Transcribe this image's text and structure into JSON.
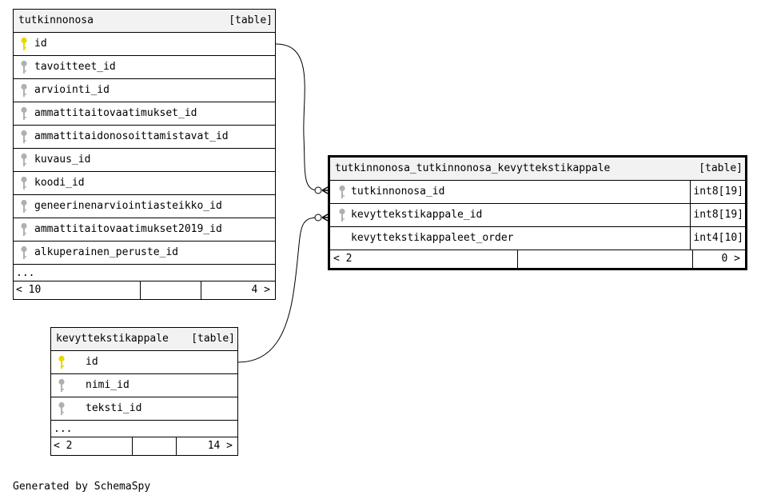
{
  "tables": {
    "tutkinnonosa": {
      "name": "tutkinnonosa",
      "kind": "[table]",
      "columns": [
        {
          "name": "id",
          "key": "primary"
        },
        {
          "name": "tavoitteet_id",
          "key": "foreign"
        },
        {
          "name": "arviointi_id",
          "key": "foreign"
        },
        {
          "name": "ammattitaitovaatimukset_id",
          "key": "foreign"
        },
        {
          "name": "ammattitaidonosoittamistavat_id",
          "key": "foreign"
        },
        {
          "name": "kuvaus_id",
          "key": "foreign"
        },
        {
          "name": "koodi_id",
          "key": "foreign"
        },
        {
          "name": "geneerinenarviointiasteikko_id",
          "key": "foreign"
        },
        {
          "name": "ammattitaitovaatimukset2019_id",
          "key": "foreign"
        },
        {
          "name": "alkuperainen_peruste_id",
          "key": "foreign"
        }
      ],
      "more": "...",
      "parents_label": "< 10",
      "children_label": "4 >"
    },
    "junction": {
      "name": "tutkinnonosa_tutkinnonosa_kevyttekstikappale",
      "kind": "[table]",
      "columns": [
        {
          "name": "tutkinnonosa_id",
          "key": "foreign",
          "type": "int8[19]"
        },
        {
          "name": "kevyttekstikappale_id",
          "key": "foreign",
          "type": "int8[19]"
        },
        {
          "name": "kevyttekstikappaleet_order",
          "key": "none",
          "type": "int4[10]"
        }
      ],
      "parents_label": "< 2",
      "children_label": "0 >"
    },
    "kevyttekstikappale": {
      "name": "kevyttekstikappale",
      "kind": "[table]",
      "columns": [
        {
          "name": "id",
          "key": "primary"
        },
        {
          "name": "nimi_id",
          "key": "foreign"
        },
        {
          "name": "teksti_id",
          "key": "foreign"
        }
      ],
      "more": "...",
      "parents_label": "< 2",
      "children_label": "14 >"
    }
  },
  "footer": {
    "credit": "Generated by SchemaSpy"
  },
  "colors": {
    "primary_key": "#e6d800",
    "foreign_key": "#b0b0b0",
    "header_bg": "#f2f2f2",
    "line": "#000000"
  },
  "icons": {
    "primary_key": "key-icon",
    "foreign_key": "key-icon"
  }
}
